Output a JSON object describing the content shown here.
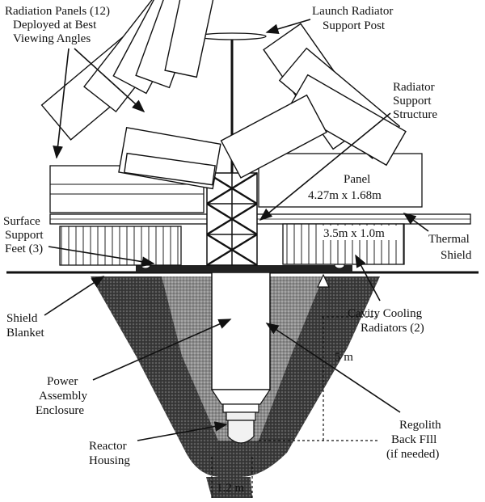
{
  "labels": {
    "radiation_panels": [
      "Radiation Panels (12)",
      "Deployed at Best",
      "Viewing Angles"
    ],
    "launch_post": [
      "Launch Radiator",
      "Support Post"
    ],
    "support_structure": [
      "Radiator",
      "Support",
      "Structure"
    ],
    "panel": [
      "Panel",
      "4.27m x 1.68m"
    ],
    "cooling_dims": "3.5m x 1.0m",
    "thermal_shield": [
      "Thermal",
      "Shield"
    ],
    "surface_feet": [
      "Surface",
      "Support",
      "Feet (3)"
    ],
    "shield_blanket": [
      "Shield",
      "Blanket"
    ],
    "cavity_cooling": [
      "Cavity Cooling",
      "Radiators (2)"
    ],
    "depth": "5 m",
    "power_assembly": [
      "Power",
      "Assembly",
      "Enclosure"
    ],
    "regolith": [
      "Regolith",
      "Back FIll",
      "(if needed)"
    ],
    "reactor_housing": [
      "Reactor",
      "Housing"
    ],
    "width": "1.2 m"
  }
}
